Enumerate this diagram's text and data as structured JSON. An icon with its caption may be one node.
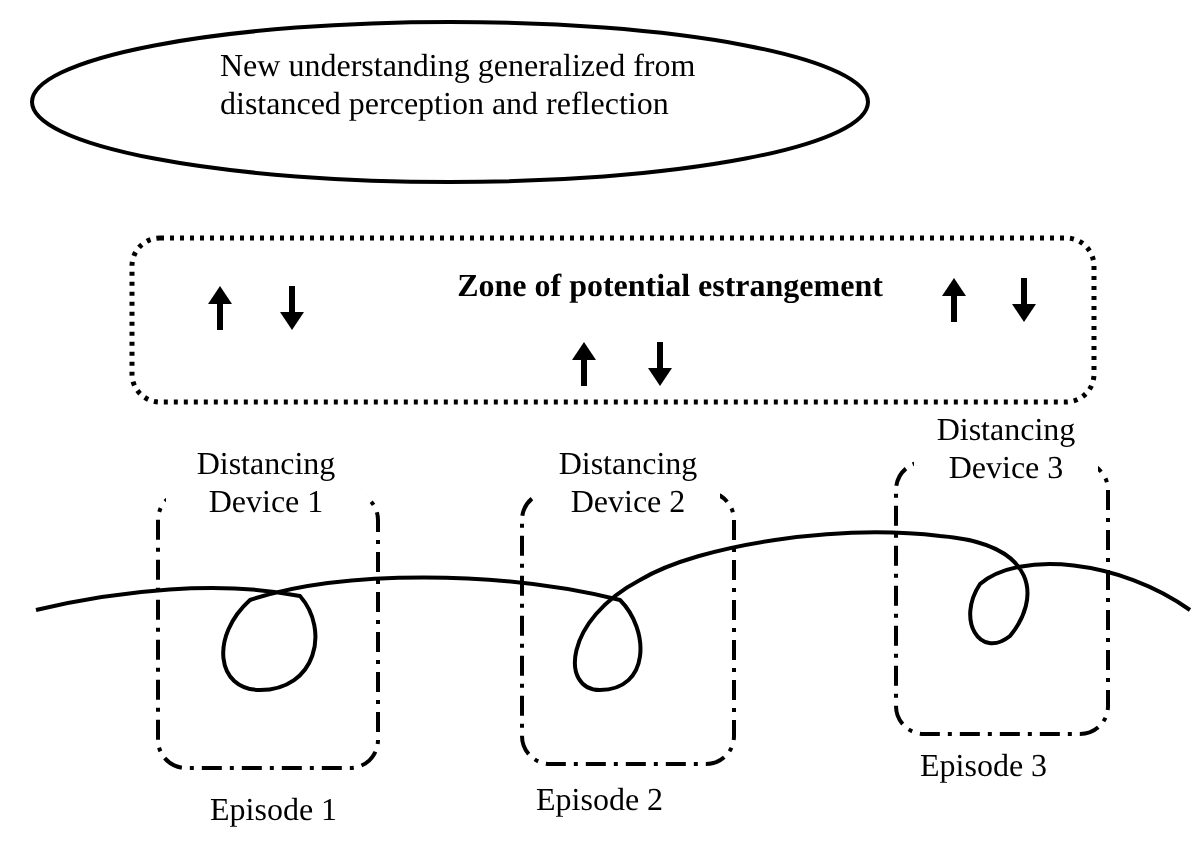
{
  "diagram": {
    "nodes": [
      {
        "text": [
          "New understanding generalized from distanced perception and reflection"
        ]
      },
      {
        "text": [
          "Zone of potential estrangement"
        ]
      },
      {
        "text": [
          "Distancing Device 1"
        ],
        "beside": [
          "Episode 1"
        ]
      },
      {
        "text": [
          "Distancing Device 2"
        ],
        "beside": [
          "Episode 2"
        ]
      },
      {
        "text": [
          "Distancing Device 3"
        ],
        "beside": [
          "Episode 3"
        ]
      }
    ]
  }
}
